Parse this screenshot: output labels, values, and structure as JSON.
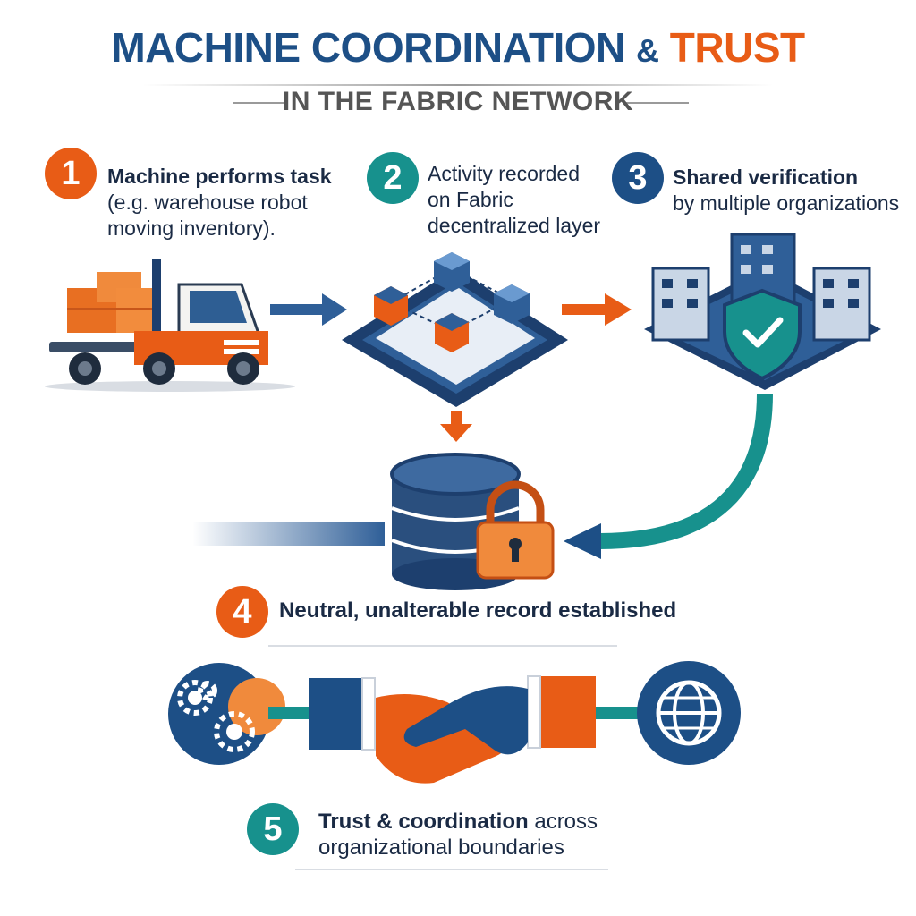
{
  "title": {
    "part1": "MACHINE COORDINATION",
    "amp": "&",
    "part2": "TRUST",
    "subtitle": "IN THE FABRIC NETWORK"
  },
  "steps": [
    {
      "number": "1",
      "heading": "Machine performs task",
      "line1": "(e.g. warehouse robot",
      "line2": "moving inventory)."
    },
    {
      "number": "2",
      "line1": "Activity recorded",
      "line2": "on Fabric",
      "line3": "decentralized layer"
    },
    {
      "number": "3",
      "heading": "Shared verification",
      "line1": "by multiple organizations"
    },
    {
      "number": "4",
      "heading": "Neutral, unalterable record established"
    },
    {
      "number": "5",
      "heading": "Trust & coordination",
      "heading_rest": " across",
      "line1": "organizational boundaries"
    }
  ],
  "colors": {
    "navy": "#1d4f86",
    "orange": "#e85c16",
    "teal": "#17918d",
    "text": "#1a2a44"
  },
  "icons": [
    "forklift-icon",
    "blockchain-network-icon",
    "buildings-shield-icon",
    "database-lock-icon",
    "gears-icon",
    "handshake-icon",
    "globe-icon"
  ]
}
